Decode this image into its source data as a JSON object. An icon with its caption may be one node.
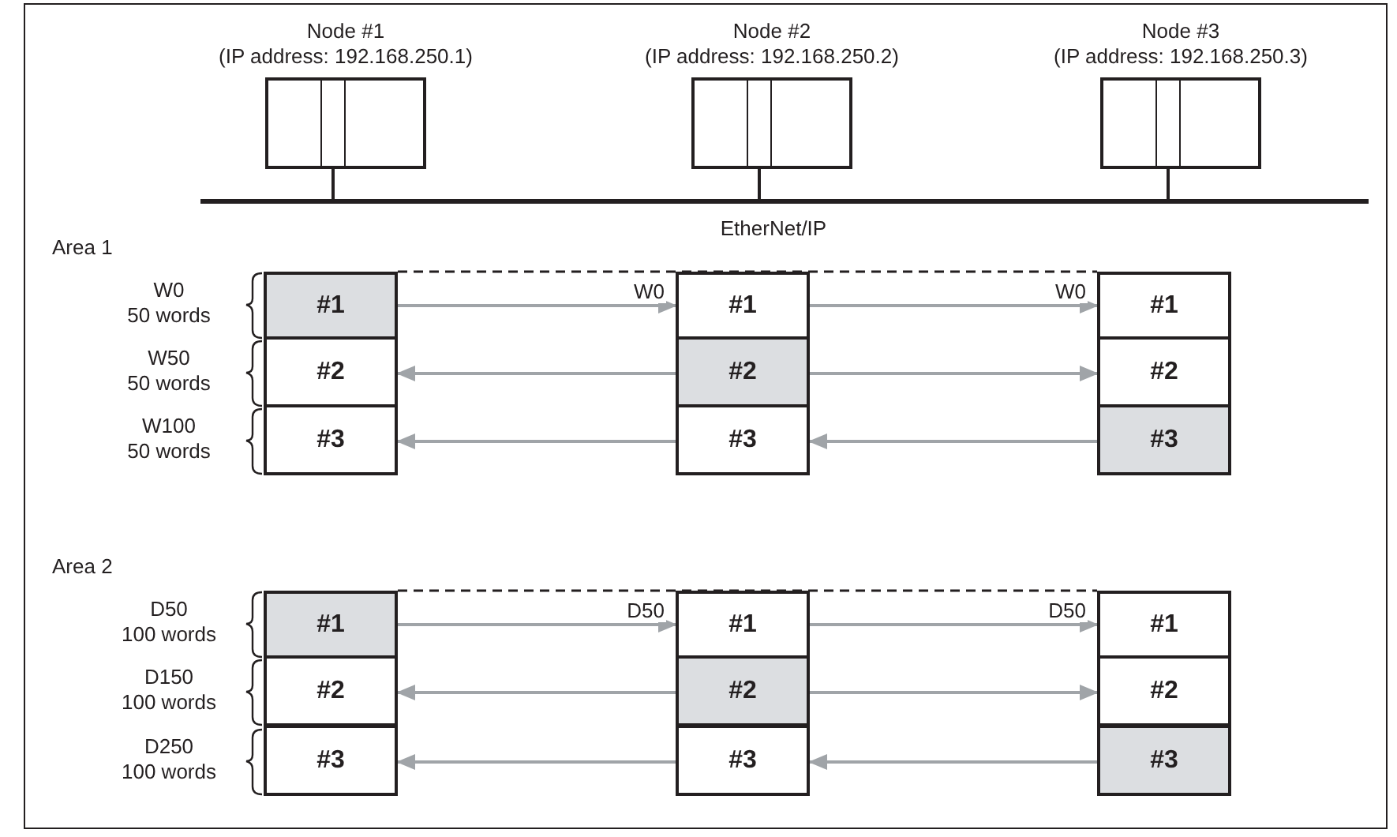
{
  "diagram": {
    "nodes": [
      {
        "text": [
          "Node #1",
          "(IP address: 192.168.250.1)"
        ]
      },
      {
        "text": [
          "Node #2",
          "(IP address: 192.168.250.2)"
        ]
      },
      {
        "text": [
          "Node #3",
          "(IP address: 192.168.250.3)"
        ]
      },
      {
        "text": [],
        "shape": "bar"
      },
      {
        "text": [
          "#1"
        ]
      },
      {
        "text": [
          "#1"
        ]
      },
      {
        "text": [
          "#1"
        ]
      },
      {
        "text": [
          "#2"
        ]
      },
      {
        "text": [
          "#2"
        ]
      },
      {
        "text": [
          "#2"
        ]
      },
      {
        "text": [
          "#3"
        ]
      },
      {
        "text": [
          "#3"
        ]
      },
      {
        "text": [
          "#3"
        ]
      },
      {
        "text": [
          "#1"
        ]
      },
      {
        "text": [
          "#1"
        ]
      },
      {
        "text": [
          "#1"
        ]
      },
      {
        "text": [
          "#2"
        ]
      },
      {
        "text": [
          "#2"
        ]
      },
      {
        "text": [
          "#2"
        ]
      },
      {
        "text": [
          "#3"
        ]
      },
      {
        "text": [
          "#3"
        ]
      },
      {
        "text": [
          "#3"
        ]
      }
    ],
    "edges": [
      {
        "from": 0,
        "to": 3,
        "arrow": "none",
        "color": "#231f20"
      },
      {
        "from": 1,
        "to": 3,
        "arrow": "none",
        "color": "#231f20"
      },
      {
        "from": 2,
        "to": 3,
        "arrow": "none",
        "color": "#231f20"
      },
      {
        "from": 4,
        "to": 5,
        "arrow": "to",
        "label": "W0"
      },
      {
        "from": 5,
        "to": 6,
        "arrow": "to",
        "label": "W0"
      },
      {
        "from": 4,
        "to": 6,
        "arrow": "none",
        "style": "dashed",
        "color": "#231f20"
      },
      {
        "from": 8,
        "to": 7,
        "arrow": "to"
      },
      {
        "from": 8,
        "to": 9,
        "arrow": "to"
      },
      {
        "from": 12,
        "to": 11,
        "arrow": "to"
      },
      {
        "from": 11,
        "to": 10,
        "arrow": "to"
      },
      {
        "from": 13,
        "to": 14,
        "arrow": "to",
        "label": "D50"
      },
      {
        "from": 14,
        "to": 15,
        "arrow": "to",
        "label": "D50"
      },
      {
        "from": 13,
        "to": 15,
        "arrow": "none",
        "style": "dashed",
        "color": "#231f20"
      },
      {
        "from": 17,
        "to": 16,
        "arrow": "to"
      },
      {
        "from": 17,
        "to": 18,
        "arrow": "to"
      },
      {
        "from": 21,
        "to": 20,
        "arrow": "to"
      },
      {
        "from": 20,
        "to": 19,
        "arrow": "to"
      }
    ],
    "labels": [
      "EtherNet/IP",
      "Area 1",
      "W0",
      "50 words",
      "W50",
      "50 words",
      "W100",
      "50 words",
      "Area 2",
      "D50",
      "100 words",
      "D150",
      "100 words",
      "D250",
      "100 words"
    ]
  }
}
